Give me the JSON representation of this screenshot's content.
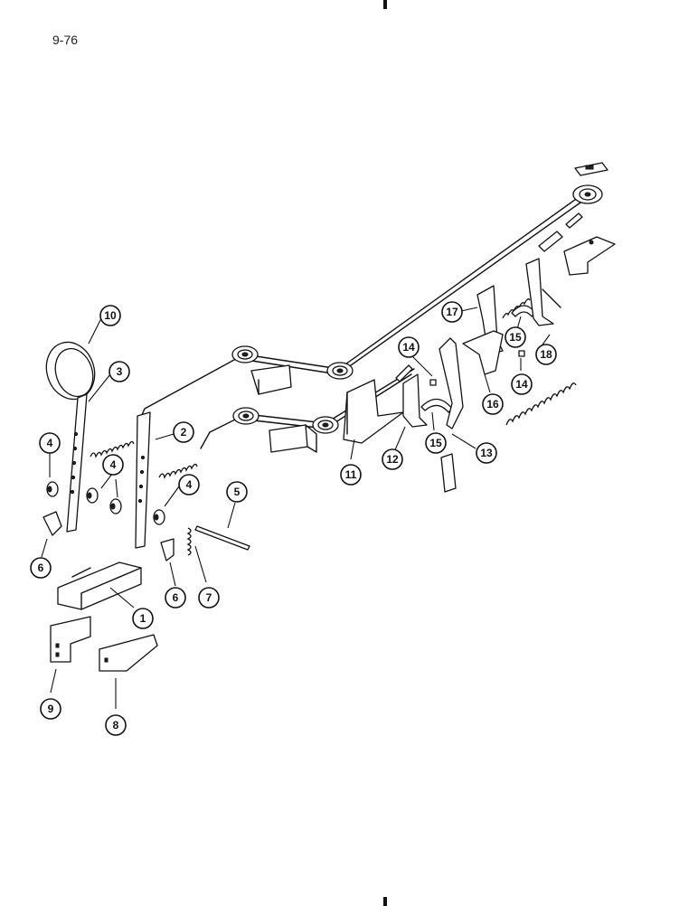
{
  "page": {
    "number": "9-76"
  },
  "diagram": {
    "callouts": [
      {
        "label": "1"
      },
      {
        "label": "2"
      },
      {
        "label": "3"
      },
      {
        "label": "4"
      },
      {
        "label": "4"
      },
      {
        "label": "4"
      },
      {
        "label": "5"
      },
      {
        "label": "6"
      },
      {
        "label": "6"
      },
      {
        "label": "7"
      },
      {
        "label": "8"
      },
      {
        "label": "9"
      },
      {
        "label": "10"
      },
      {
        "label": "11"
      },
      {
        "label": "12"
      },
      {
        "label": "13"
      },
      {
        "label": "14"
      },
      {
        "label": "14"
      },
      {
        "label": "15"
      },
      {
        "label": "15"
      },
      {
        "label": "16"
      },
      {
        "label": "17"
      },
      {
        "label": "18"
      }
    ]
  }
}
